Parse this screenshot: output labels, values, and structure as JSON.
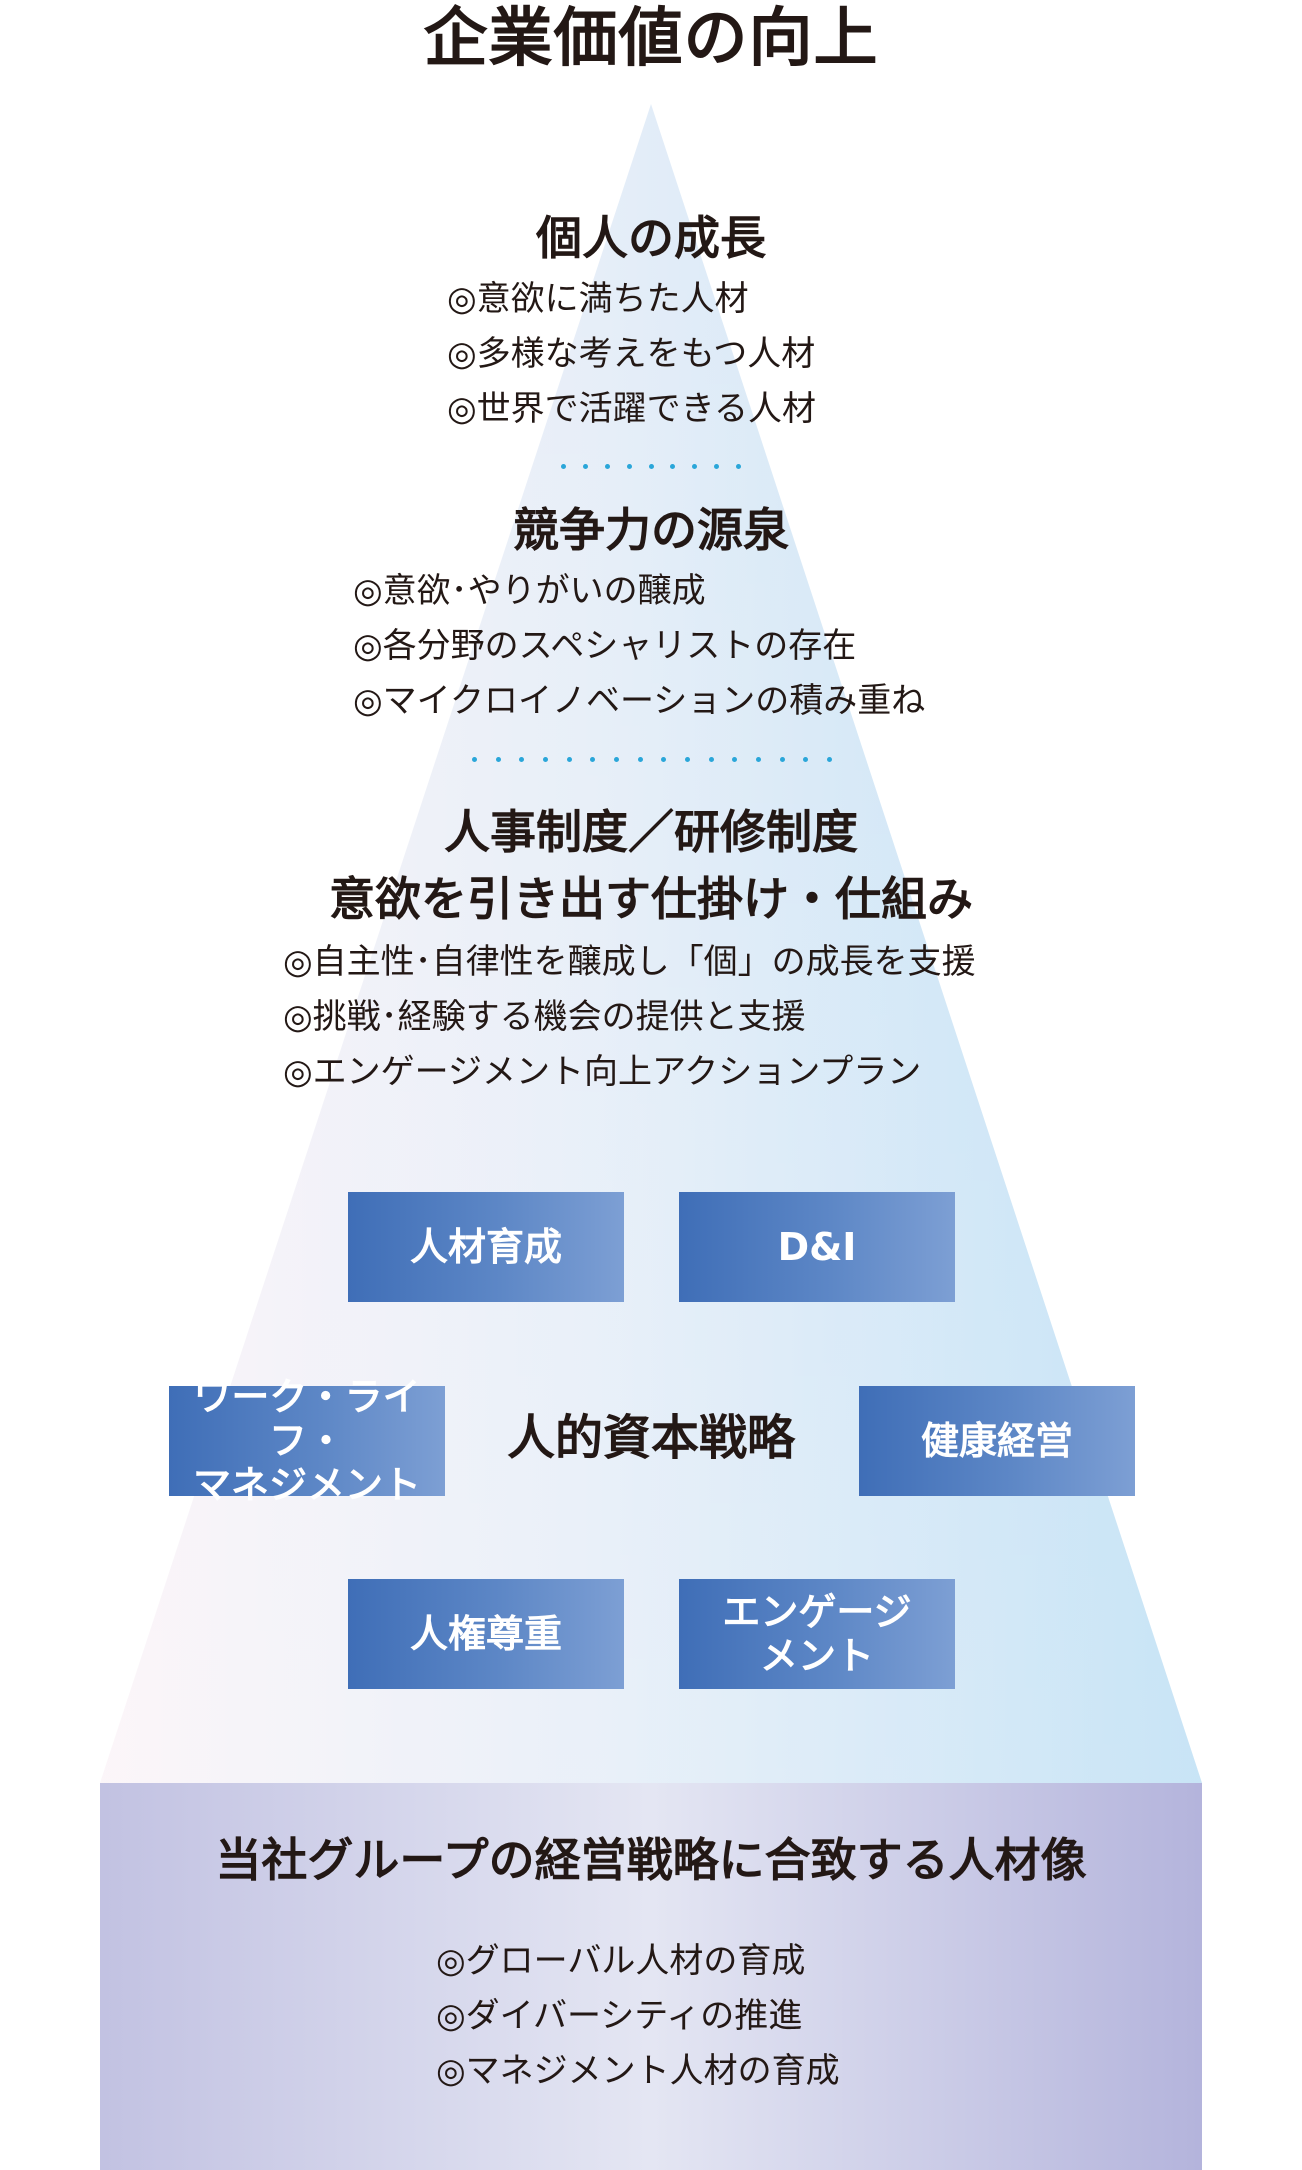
{
  "title": "企業価値の向上",
  "colors": {
    "dot_accent": "#2aa6d9",
    "box_fill": "#4a77bd",
    "base_fill": "#b8b8de",
    "text": "#231815"
  },
  "sections": {
    "growth": {
      "heading": "個人の成長",
      "items": [
        "◎意欲に満ちた人材",
        "◎多様な考えをもつ人材",
        "◎世界で活躍できる人材"
      ]
    },
    "competitiveness": {
      "heading": "競争力の源泉",
      "items": [
        "◎意欲･やりがいの醸成",
        "◎各分野のスペシャリストの存在",
        "◎マイクロイノベーションの積み重ね"
      ]
    },
    "systems": {
      "heading_line1": "人事制度／研修制度",
      "heading_line2": "意欲を引き出す仕掛け・仕組み",
      "items": [
        "◎自主性･自律性を醸成し「個」の成長を支援",
        "◎挑戦･経験する機会の提供と支援",
        "◎エンゲージメント向上アクションプラン"
      ]
    }
  },
  "strategy": {
    "center_label": "人的資本戦略",
    "boxes": {
      "talent_development": "人材育成",
      "dni": "D&I",
      "work_life": "ワーク・ライフ・\nマネジメント",
      "health": "健康経営",
      "human_rights": "人権尊重",
      "engagement": "エンゲージ\nメント"
    }
  },
  "base": {
    "title": "当社グループの経営戦略に合致する人材像",
    "items": [
      "◎グローバル人材の育成",
      "◎ダイバーシティの推進",
      "◎マネジメント人材の育成"
    ]
  }
}
